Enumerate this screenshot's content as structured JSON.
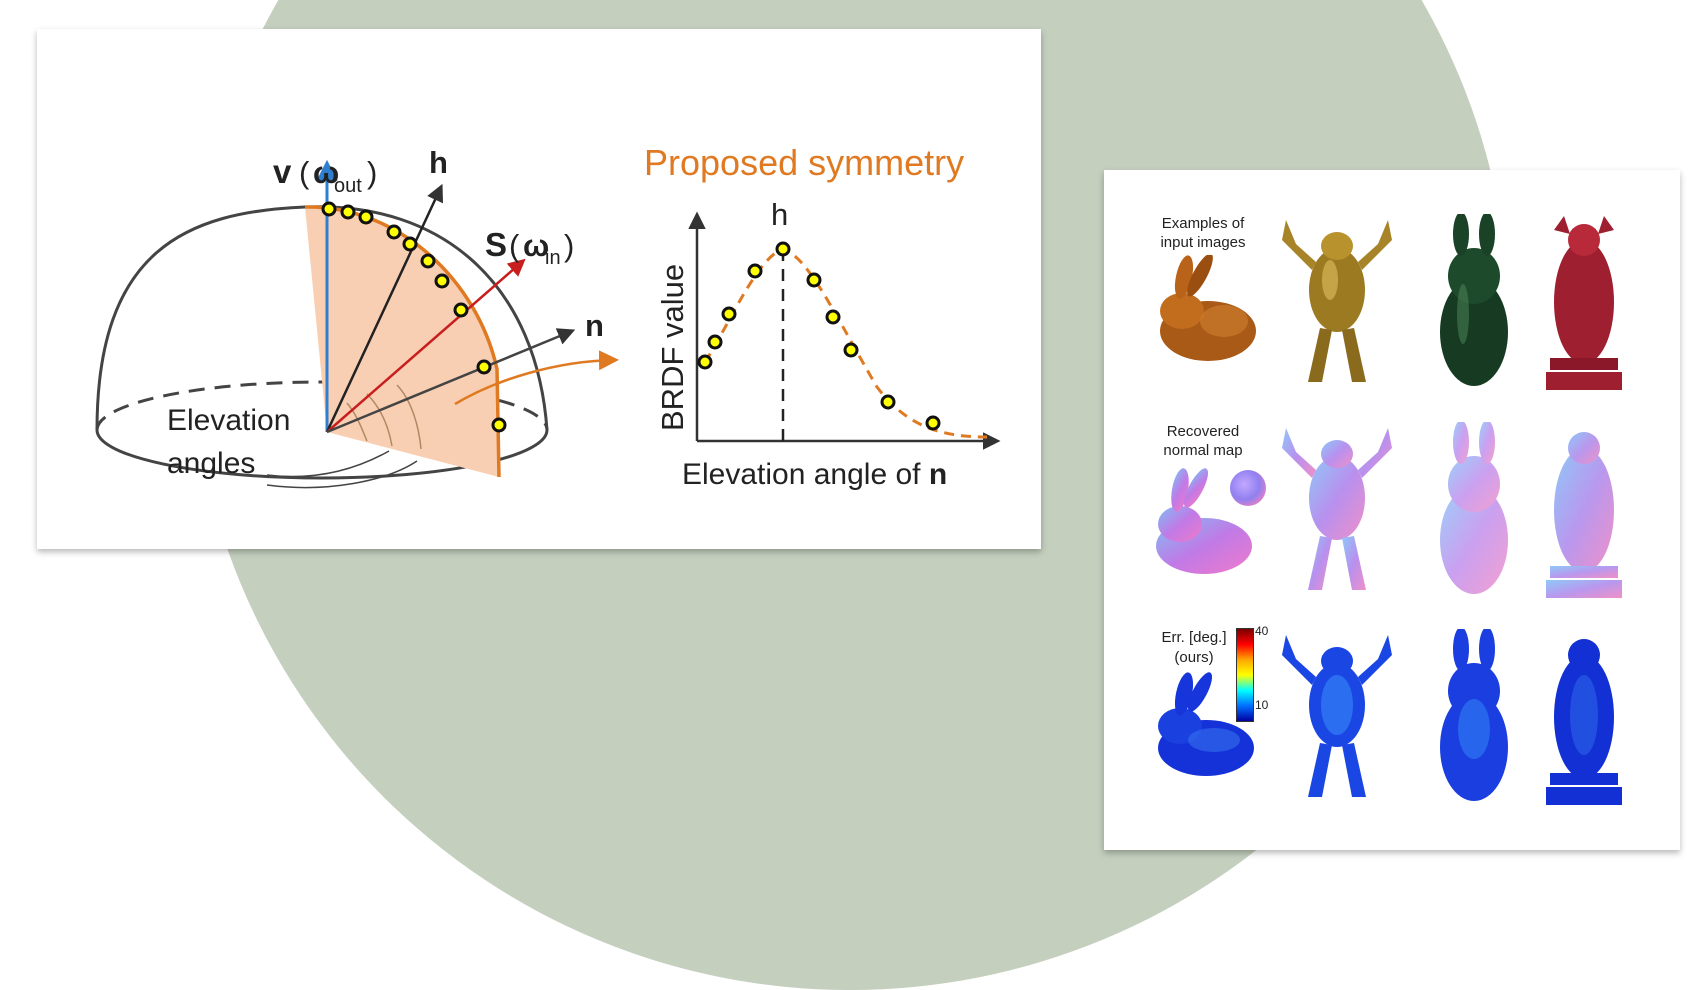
{
  "diagram": {
    "v_label_bold": "v",
    "v_label_paren": "(",
    "omega_out_symbol": "ω",
    "omega_out_sub": "out",
    "v_label_close": ")",
    "h_label": "h",
    "s_label_bold": "S",
    "s_label_paren": "(",
    "omega_in_symbol": "ω",
    "omega_in_sub": "in",
    "s_label_close": ")",
    "n_label": "n",
    "elevation_label_line1": "Elevation",
    "elevation_label_line2": "angles"
  },
  "plot": {
    "title": "Proposed symmetry",
    "peak_label": "h",
    "y_axis_label": "BRDF value",
    "x_axis_label_prefix": "Elevation angle of ",
    "x_axis_label_bold": "n"
  },
  "results": {
    "row1_label": "Examples of\ninput images",
    "row2_label": "Recovered\nnormal map",
    "row3_label_line1": "Err. [deg.]",
    "row3_label_line2": "(ours)",
    "colorbar_max": "40",
    "colorbar_min": "10"
  },
  "colors": {
    "background_blob": "#c4cfbe",
    "accent_orange": "#e07a22",
    "wedge_fill": "#f9cfb3",
    "v_arrow": "#2f7fd1",
    "s_arrow": "#c81e1e",
    "marker_fill": "#ffff00"
  }
}
